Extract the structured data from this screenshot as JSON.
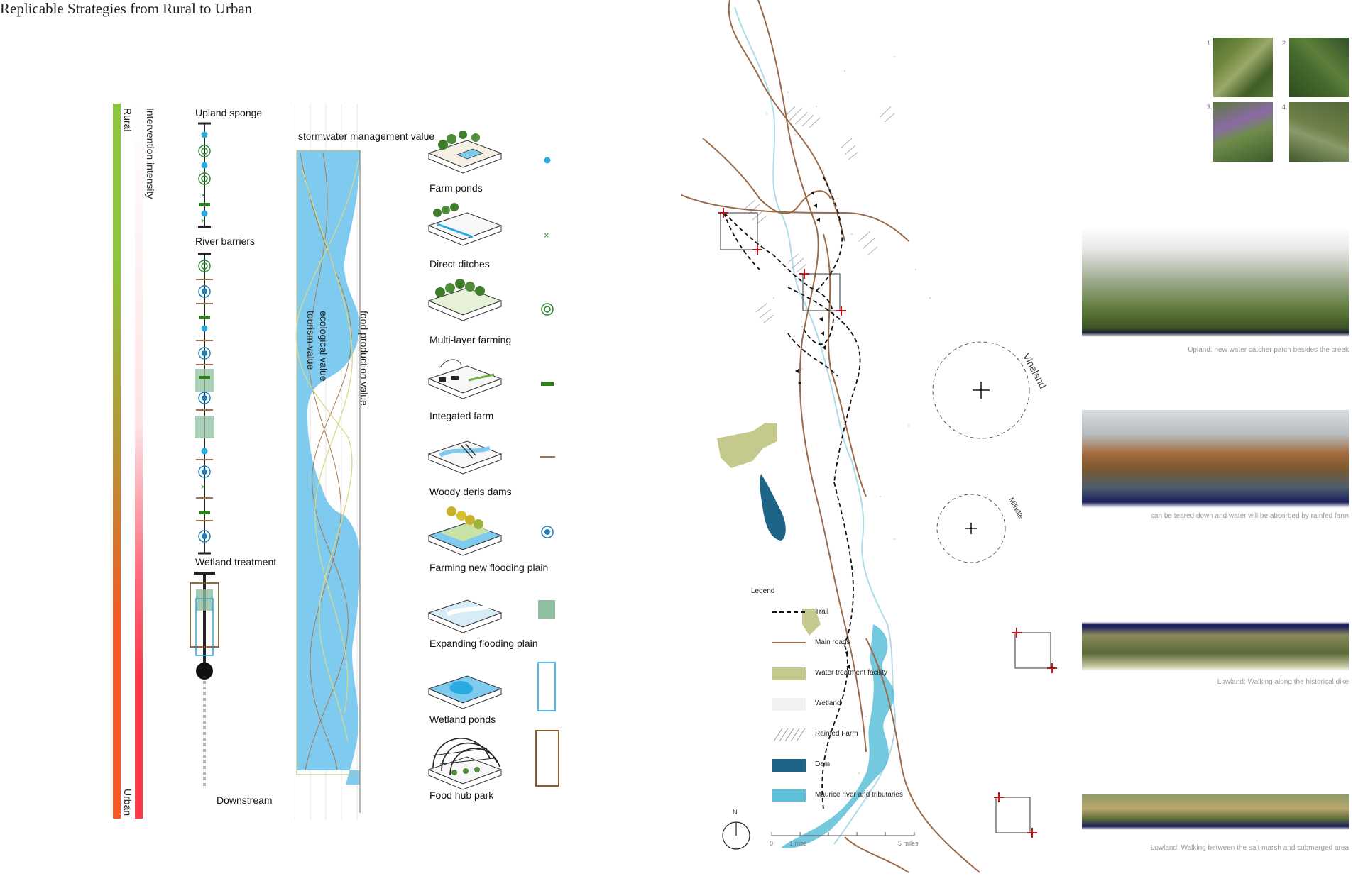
{
  "title": "Replicable Strategies from Rural to Urban",
  "gradient_bars": {
    "rural_label": "Rural",
    "urban_label": "Urban",
    "intensity_label": "Intervention intensity",
    "colors": {
      "green": "#8cc63e",
      "orange": "#f15a24",
      "red": "#ff3a4a",
      "pink": "#fde3e5"
    }
  },
  "chain": {
    "upland_label": "Upland sponge",
    "river_label": "River barriers",
    "wetland_label": "Wetland treatment",
    "downstream_label": "Downstream"
  },
  "value_chart": {
    "stormwater_label": "stormwater management value",
    "ecological_label": "ecological value",
    "tourism_label": "tourism value",
    "food_label": "food production value",
    "fill_color": "#7ecbef"
  },
  "strategies": [
    {
      "label": "Farm ponds",
      "symbol": "blue-dot"
    },
    {
      "label": "Direct ditches",
      "symbol": "green-cross"
    },
    {
      "label": "Multi-layer farming",
      "symbol": "green-double-circle"
    },
    {
      "label": "Integated farm",
      "symbol": "green-dash"
    },
    {
      "label": "Woody deris dams",
      "symbol": "brown-dash"
    },
    {
      "label": "Farming new flooding plain",
      "symbol": "blue-ring-dot"
    },
    {
      "label": "Expanding flooding plain",
      "symbol": "green-square"
    },
    {
      "label": "Wetland ponds",
      "symbol": "blue-outline-rect"
    },
    {
      "label": "Food hub park",
      "symbol": "brown-outline-rect"
    }
  ],
  "map": {
    "vineland_label": "Vineland",
    "millville_label": "Millville",
    "legend_title": "Legend",
    "legend": [
      {
        "label": "Trail",
        "symbol": "dashed-line"
      },
      {
        "label": "Main roads",
        "symbol": "brown-line"
      },
      {
        "label": "Water treatment facility",
        "symbol": "olive-fill",
        "color": "#c5c98e"
      },
      {
        "label": "Wetland",
        "symbol": "dot-pattern"
      },
      {
        "label": "Rainfed Farm",
        "symbol": "hatch-pattern"
      },
      {
        "label": "Dam",
        "symbol": "dark-blue-fill",
        "color": "#1d6487"
      },
      {
        "label": "Maurice river and tributaries",
        "symbol": "light-blue-fill",
        "color": "#5dbfd8"
      }
    ],
    "north_label": "N",
    "scale": {
      "zero": "0",
      "one": "1 mile",
      "five": "5 miles"
    }
  },
  "reference_numbers": [
    "1.",
    "2.",
    "3.",
    "4."
  ],
  "captions": [
    "Upland: new water catcher patch besides the creek",
    "can be teared down and water will be absorbed by rainfed farm",
    "Lowland: Walking along the historical dike",
    "Lowland: Walking between the salt marsh and submerged area"
  ]
}
